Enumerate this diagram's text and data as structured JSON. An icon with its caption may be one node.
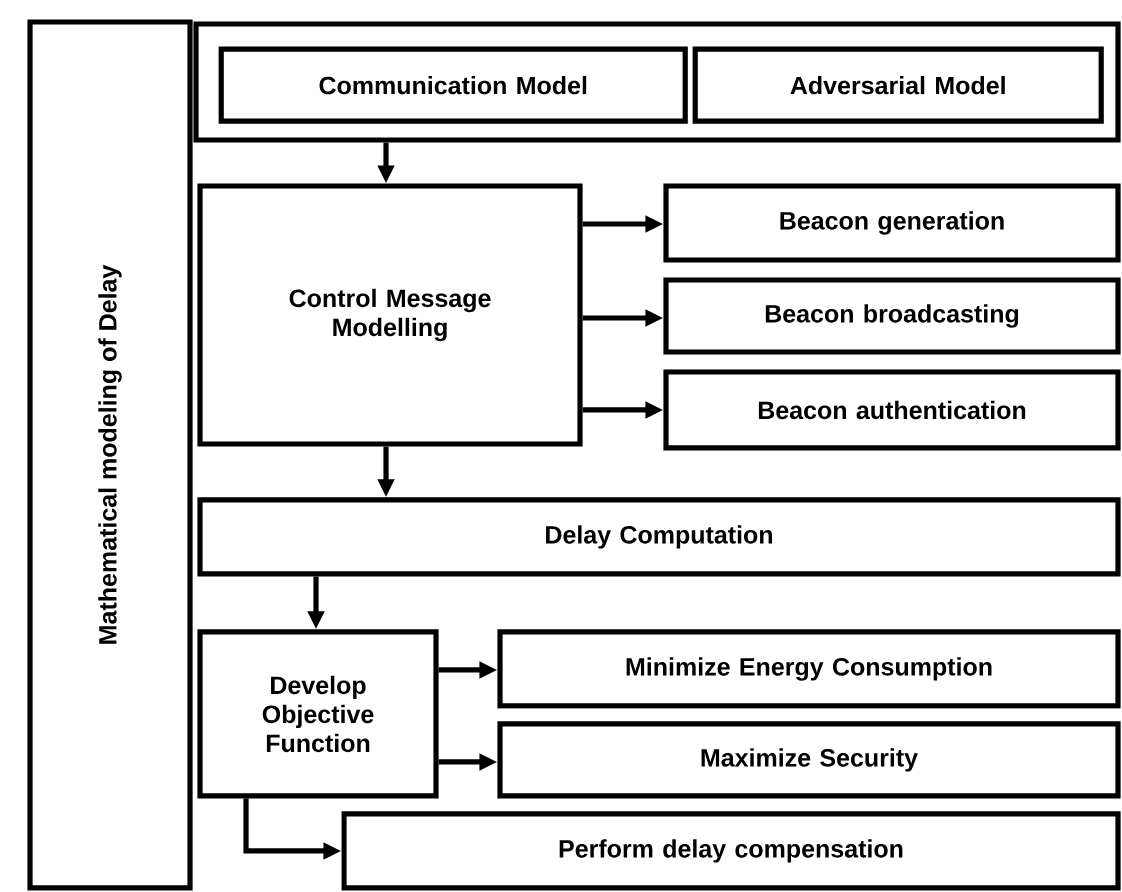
{
  "diagram": {
    "nodes": [
      {
        "text": [
          "Mathematical modeling of Delay"
        ]
      },
      {
        "text": [],
        "shape": "box"
      },
      {
        "text": [
          "Communication Model"
        ],
        "in": 1
      },
      {
        "text": [
          "Adversarial Model"
        ],
        "in": 1
      },
      {
        "text": [
          "Control Message Modelling"
        ]
      },
      {
        "text": [
          "Beacon generation"
        ]
      },
      {
        "text": [
          "Beacon broadcasting"
        ]
      },
      {
        "text": [
          "Beacon authentication"
        ]
      },
      {
        "text": [
          "Delay Computation"
        ]
      },
      {
        "text": [
          "Develop Objective Function"
        ]
      },
      {
        "text": [
          "Minimize Energy Consumption"
        ]
      },
      {
        "text": [
          "Maximize Security"
        ]
      },
      {
        "text": [
          "Perform delay compensation"
        ]
      }
    ],
    "edges": [
      {
        "from": 1,
        "to": 4,
        "arrow": "to"
      },
      {
        "from": 4,
        "to": 5,
        "arrow": "to"
      },
      {
        "from": 4,
        "to": 6,
        "arrow": "to"
      },
      {
        "from": 4,
        "to": 7,
        "arrow": "to"
      },
      {
        "from": 4,
        "to": 8,
        "arrow": "to"
      },
      {
        "from": 8,
        "to": 9,
        "arrow": "to"
      },
      {
        "from": 9,
        "to": 10,
        "arrow": "to"
      },
      {
        "from": 9,
        "to": 11,
        "arrow": "to"
      },
      {
        "from": 9,
        "to": 12,
        "arrow": "to"
      }
    ]
  }
}
